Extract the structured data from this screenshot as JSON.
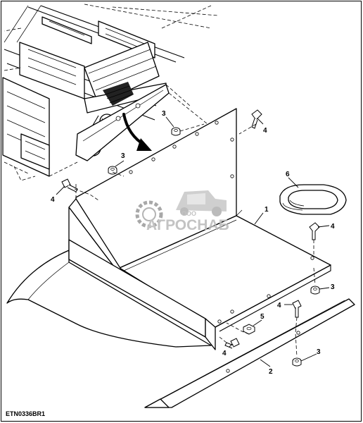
{
  "figure_id": "ETN0336BR1",
  "watermark": {
    "company": "ООО",
    "brand": "АГРОСНАБ"
  },
  "callouts": {
    "c1": "1",
    "c2": "2",
    "c3a": "3",
    "c3b": "3",
    "c3c": "3",
    "c3d": "3",
    "c4a": "4",
    "c4b": "4",
    "c4c": "4",
    "c4d": "4",
    "c4e": "4",
    "c5": "5",
    "c6": "6"
  },
  "colors": {
    "line": "#000000",
    "watermark": "#b9b9b9",
    "watermark_accent": "#8a8a8a"
  }
}
